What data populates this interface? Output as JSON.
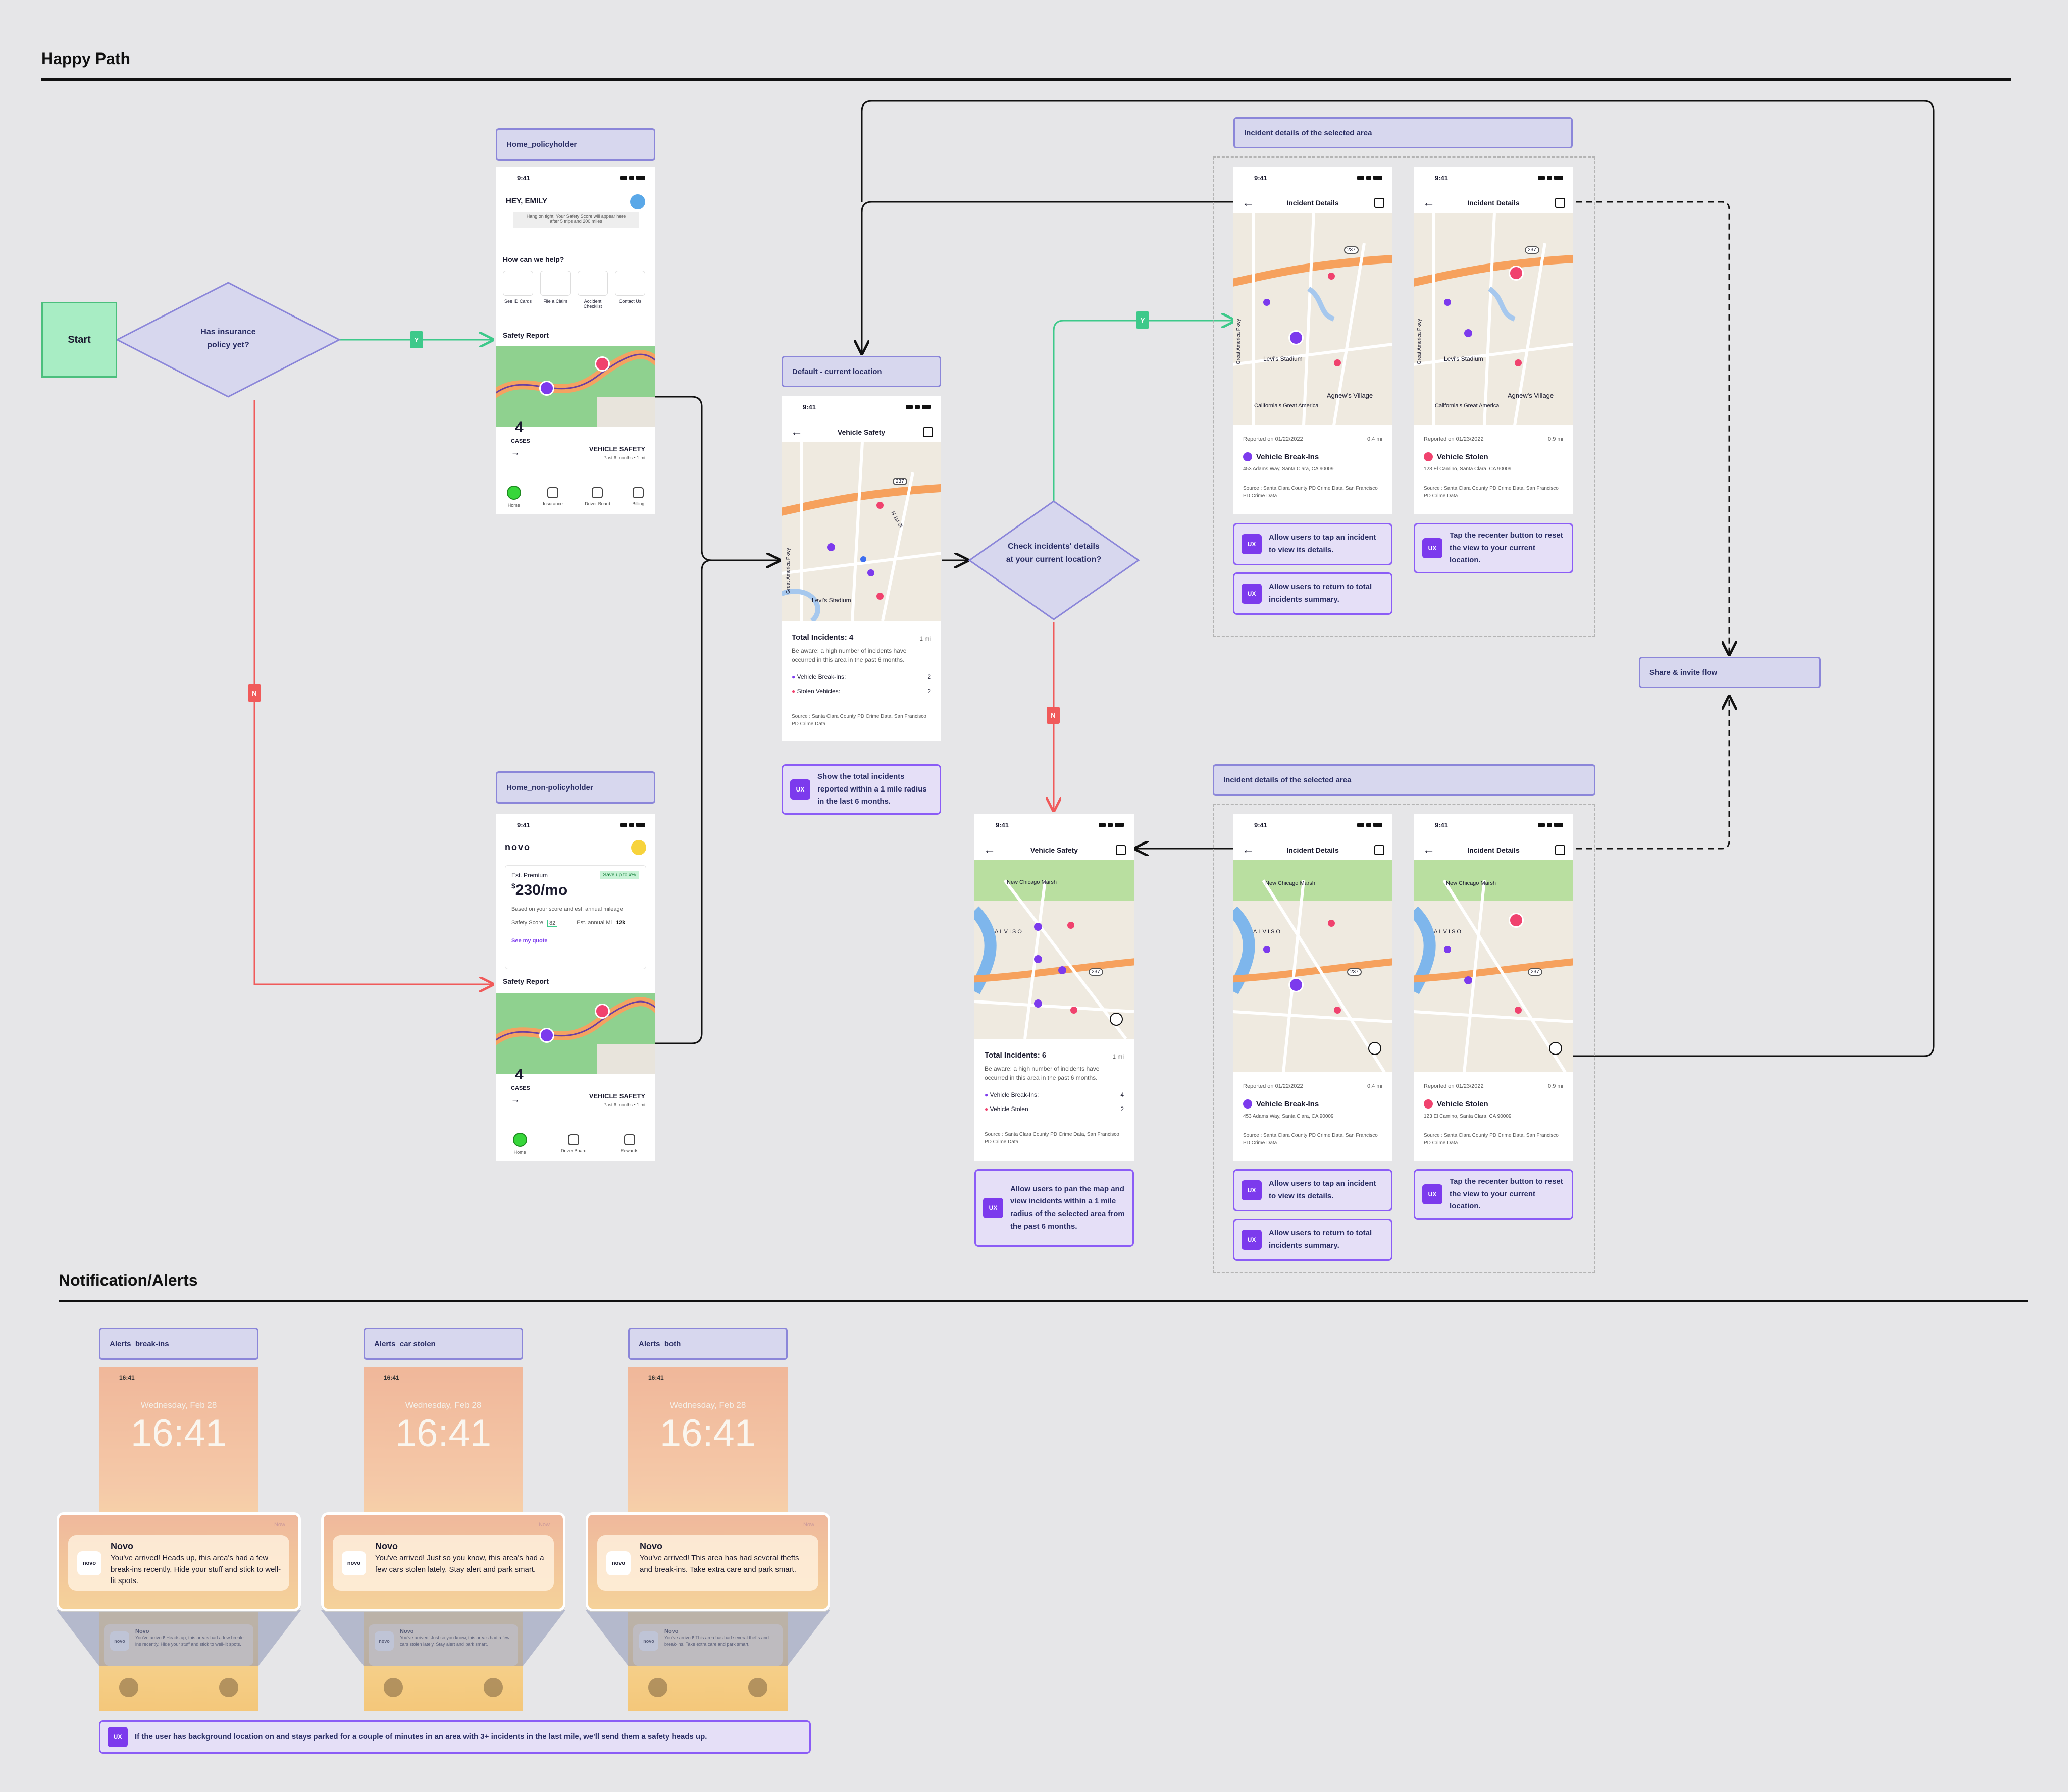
{
  "sections": {
    "happy_path": "Happy Path",
    "notifications": "Notification/Alerts"
  },
  "flow": {
    "start": "Start",
    "decision1": "Has insurance policy yet?",
    "decision2": "Check incidents' details at your current location?",
    "yes": "Y",
    "no": "N",
    "share": "Share & invite flow"
  },
  "labels": {
    "home_policyholder": "Home_policyholder",
    "home_nonpolicyholder": "Home_non-policyholder",
    "default_location": "Default - current location",
    "incident_area_top": "Incident details of the selected area",
    "incident_area_bottom": "Incident details of the selected area",
    "alerts_breakins": "Alerts_break-ins",
    "alerts_stolen": "Alerts_car stolen",
    "alerts_both": "Alerts_both"
  },
  "notes": {
    "ux": "UX",
    "total_incidents": "Show the total incidents reported within a 1 mile radius in the last 6 months.",
    "tap_incident": "Allow users to tap an incident to view its details.",
    "return_summary": "Allow users to return to total incidents summary.",
    "recenter": "Tap the recenter button to reset the view to your current location.",
    "pan_map": "Allow users to pan the map and view incidents within a 1 mile radius of the selected area from the past 6 months.",
    "alerts": "If the user has background location on and stays parked for a couple of minutes in an area with 3+ incidents in the last mile, we'll send them a safety heads up."
  },
  "phone_common": {
    "time": "9:41",
    "vehicle_safety": "Vehicle Safety",
    "incident_details": "Incident Details",
    "back": "←",
    "source": "Source : Santa Clara County PD Crime Data, San Francisco PD Crime Data",
    "be_aware": "Be aware: a high number of incidents have occurred in this area in the past 6 months.",
    "one_mi": "1 mi"
  },
  "home_policyholder": {
    "greeting": "HEY, EMILY",
    "hang_on": "Hang on tight! Your Safety Score will appear here after 5 trips and 200 miles",
    "help": "How can we help?",
    "actions": [
      "See ID Cards",
      "File a Claim",
      "Accident Checklist",
      "Contact Us"
    ],
    "safety_report": "Safety Report",
    "cases_num": "4",
    "cases": "CASES",
    "vehicle_safety": "VEHICLE SAFETY",
    "past": "Past 6 months • 1 mi",
    "tabs": [
      "Home",
      "Insurance",
      "Driver Board",
      "Billing"
    ]
  },
  "home_nonpolicyholder": {
    "logo": "novo",
    "est_premium": "Est. Premium",
    "save": "Save up to x%",
    "dollar": "$",
    "price": "230/mo",
    "based": "Based on your score and est. annual mileage",
    "score_label": "Safety Score",
    "score": "82",
    "annual_label": "Est. annual Mi",
    "annual": "12k",
    "quote": "See my quote",
    "safety_report": "Safety Report",
    "cases_num": "4",
    "cases": "CASES",
    "vehicle_safety": "VEHICLE SAFETY",
    "past": "Past 6 months • 1 mi",
    "tabs": [
      "Home",
      "Driver Board",
      "Rewards"
    ]
  },
  "vs_default": {
    "total": "Total Incidents: 4",
    "breakins_label": "Vehicle Break-Ins:",
    "breakins": "2",
    "stolen_label": "Stolen Vehicles:",
    "stolen": "2",
    "map_labels": [
      "Levi's Stadium",
      "Great America Pkwy",
      "N 1st St",
      "237"
    ]
  },
  "vs_pan": {
    "total": "Total Incidents: 6",
    "breakins_label": "Vehicle Break-Ins:",
    "breakins": "4",
    "stolen_label": "Vehicle Stolen",
    "stolen": "2",
    "map_labels": [
      "New Chicago Marsh",
      "ALVISO",
      "237"
    ]
  },
  "incidents": [
    {
      "reported": "Reported on 01/22/2022",
      "dist": "0.4 mi",
      "title": "Vehicle Break-Ins",
      "addr": "453 Adams Way, Santa Clara, CA 90009",
      "map_labels": [
        "Levi's Stadium",
        "Agnew's Village",
        "Great America Pkwy",
        "California's Great America",
        "237"
      ]
    },
    {
      "reported": "Reported on 01/23/2022",
      "dist": "0.9 mi",
      "title": "Vehicle Stolen",
      "addr": "123 El Camino, Santa Clara, CA 90009",
      "map_labels": [
        "Levi's Stadium",
        "Agnew's Village",
        "Great America Pkwy",
        "California's Great America",
        "237"
      ]
    },
    {
      "reported": "Reported on 01/22/2022",
      "dist": "0.4 mi",
      "title": "Vehicle Break-Ins",
      "addr": "453 Adams Way, Santa Clara, CA 90009",
      "map_labels": [
        "New Chicago Marsh",
        "ALVISO",
        "237"
      ]
    },
    {
      "reported": "Reported on 01/23/2022",
      "dist": "0.9 mi",
      "title": "Vehicle Stolen",
      "addr": "123 El Camino, Santa Clara, CA 90009",
      "map_labels": [
        "New Chicago Marsh",
        "ALVISO",
        "237"
      ]
    }
  ],
  "alerts": {
    "status_time": "16:41",
    "date": "Wednesday, Feb 28",
    "clock": "16:41",
    "app": "Novo",
    "logo": "novo",
    "when": "Now",
    "messages": [
      "You've arrived! Heads up, this area's had a few break-ins recently. Hide your stuff and stick to well-lit spots.",
      "You've arrived! Just so you know, this area's had a few cars stolen lately. Stay alert and park smart.",
      "You've arrived! This area has had several thefts and break-ins. Take extra care and park smart."
    ]
  },
  "colors": {
    "purple": "#7c3aed",
    "pink": "#f0426e",
    "green": "#3dc98a",
    "red": "#f05a5a",
    "diamond": "#d7d7ee"
  }
}
